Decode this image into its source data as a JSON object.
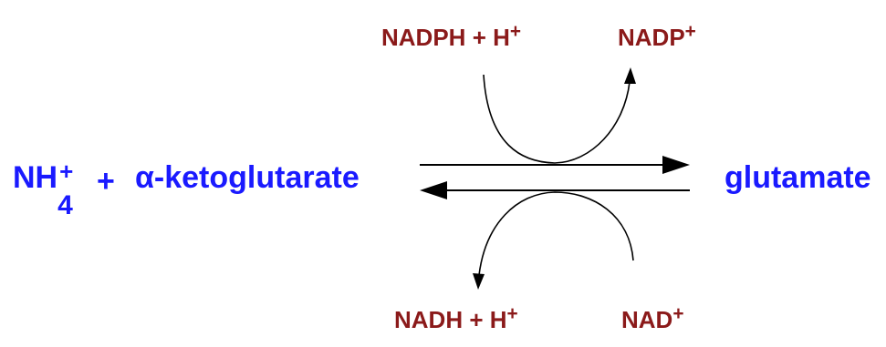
{
  "reactants": {
    "ammonium": {
      "base": "NH",
      "charge": "+",
      "subscript": "4"
    },
    "plus": "+",
    "alpha": "α",
    "ketoglutarate": "-ketoglutarate"
  },
  "product": {
    "name": "glutamate"
  },
  "top_cofactors": {
    "nadph": {
      "name": "NADPH",
      "plus": "+",
      "h": "H",
      "charge": "+"
    },
    "nadp": {
      "name": "NADP",
      "charge": "+"
    }
  },
  "bottom_cofactors": {
    "nadh": {
      "name": "NADH",
      "plus": "+",
      "h": "H",
      "charge": "+"
    },
    "nad": {
      "name": "NAD",
      "charge": "+"
    }
  },
  "colors": {
    "compound": "#1a1aff",
    "cofactor": "#8b1a1a",
    "arrow": "#000000"
  }
}
